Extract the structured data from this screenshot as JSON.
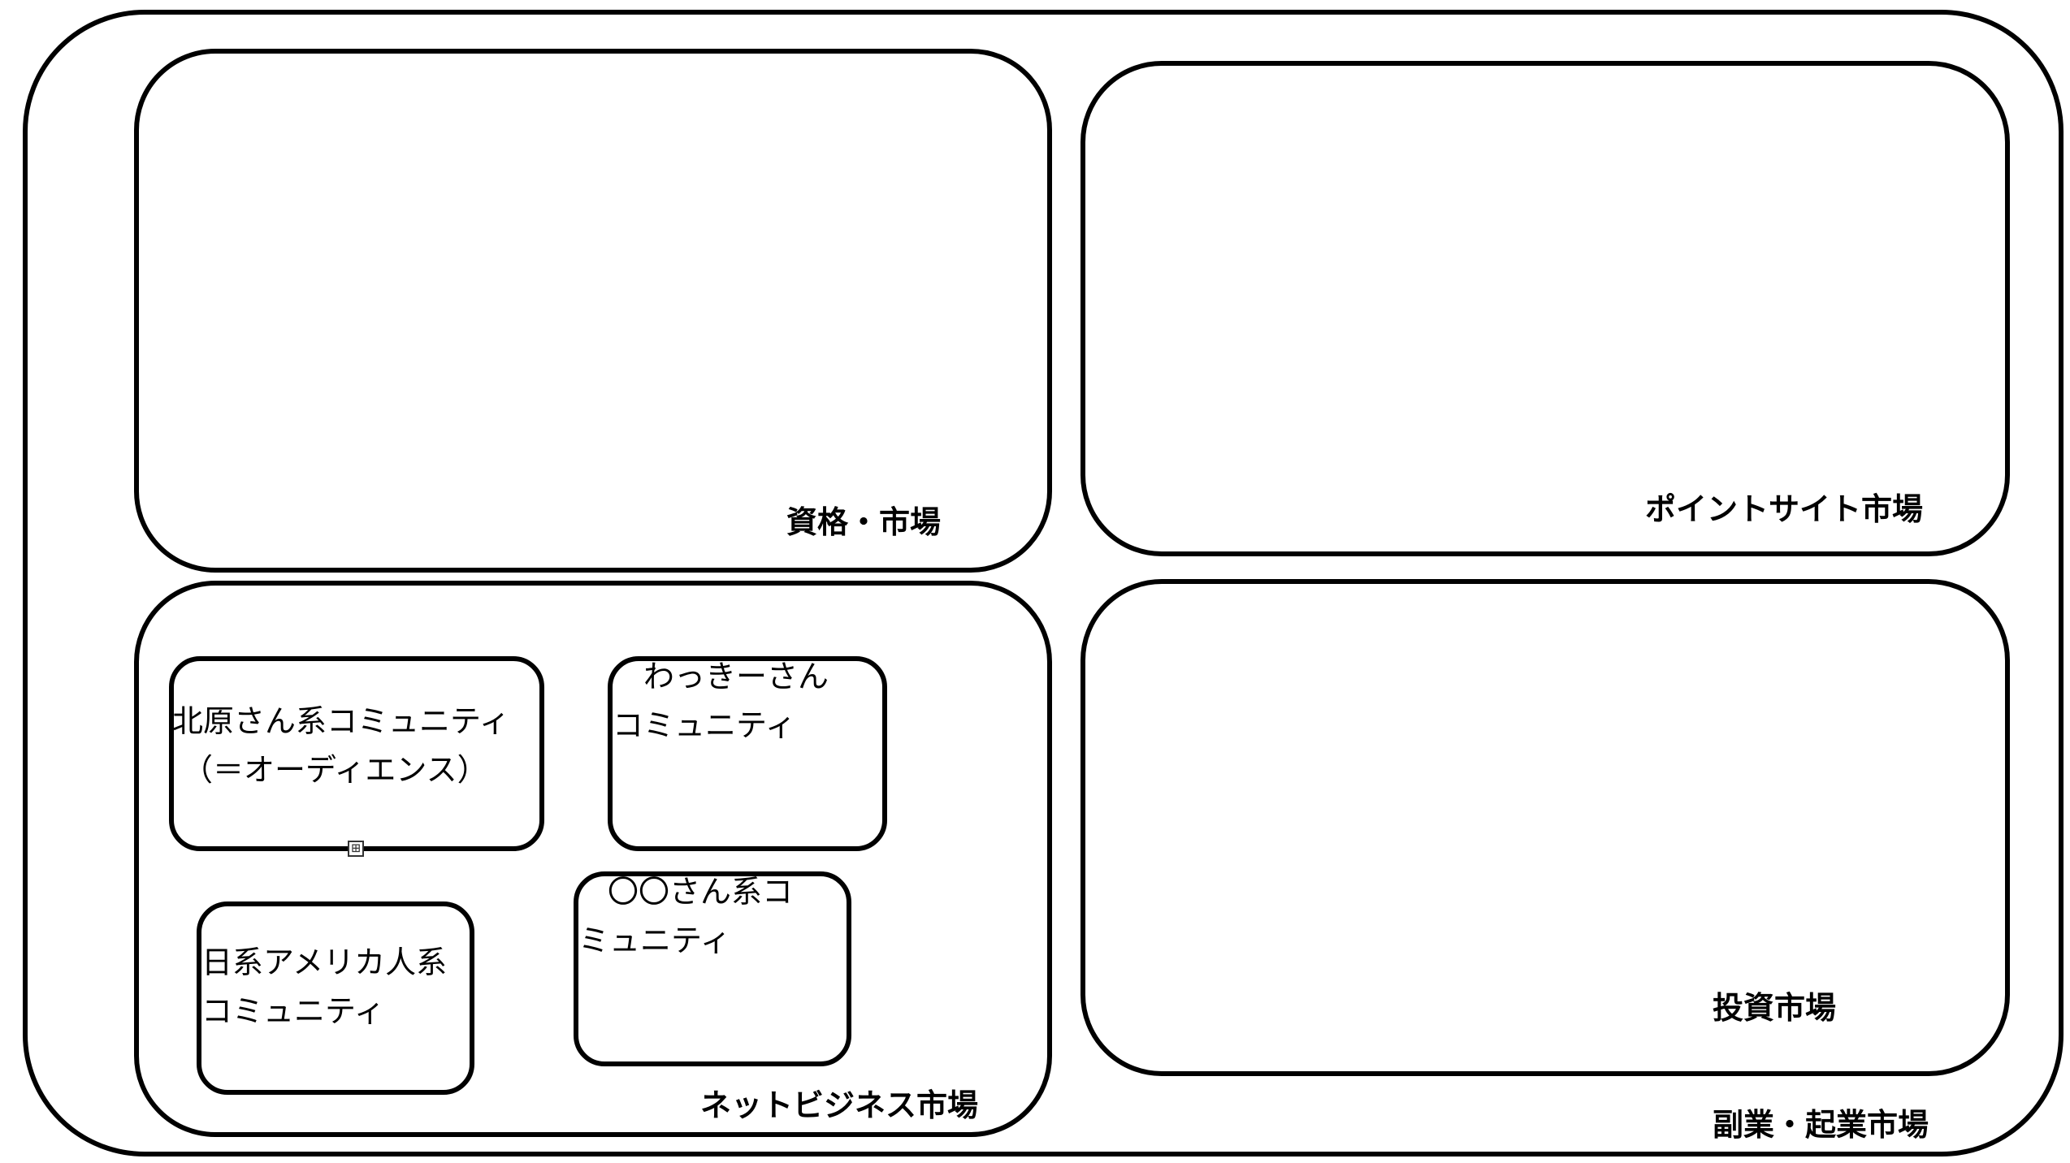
{
  "diagram": {
    "outer": {
      "label": "副業・起業市場"
    },
    "regions": [
      {
        "id": "shikaku",
        "label": "資格・市場"
      },
      {
        "id": "point",
        "label": "ポイントサイト市場"
      },
      {
        "id": "net",
        "label": "ネットビジネス市場"
      },
      {
        "id": "toushi",
        "label": "投資市場"
      }
    ],
    "communities": [
      {
        "id": "kitahara",
        "line1": "北原さん系コミュニティ",
        "line2": "（＝オーディエンス）"
      },
      {
        "id": "wakki",
        "line1": "わっきーさん",
        "line2": "コミュニティ"
      },
      {
        "id": "nikkei",
        "line1": "日系アメリカ人系",
        "line2": "コミュニティ"
      },
      {
        "id": "maru",
        "line1": "〇〇さん系コ",
        "line2": "ミュニティ"
      }
    ],
    "expand_handle_glyph": "⊞"
  }
}
